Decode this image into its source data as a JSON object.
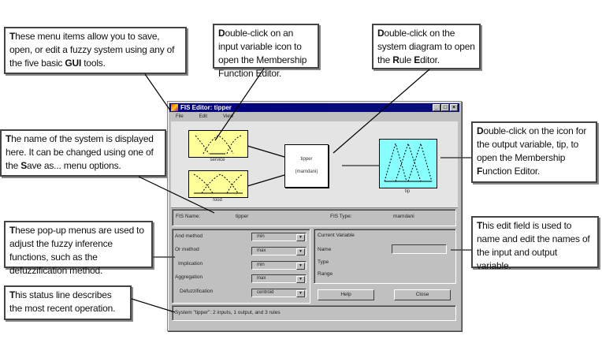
{
  "callouts": {
    "menu_items": {
      "lead": "T",
      "text": "hese menu items allow you to save, open, or edit a fuzzy system using any of the five basic ",
      "bold": "GUI",
      "tail": " tools."
    },
    "input_var": {
      "lead": "D",
      "text": "ouble-click on an input variable icon to open the Membership Function Editor."
    },
    "system_diagram": {
      "lead": "D",
      "text": "ouble-click on the system diagram to open the ",
      "bold1": "R",
      "mid": "ule ",
      "bold2": "E",
      "tail": "ditor."
    },
    "system_name": {
      "lead": "T",
      "text": "he name of the system is displayed here. It can be changed using one of the ",
      "bold": "S",
      "tail": "ave as... menu options."
    },
    "output_var": {
      "lead": "D",
      "text": "ouble-click on the icon for the output variable, tip, to open the Membership ",
      "bold": "F",
      "tail": "unction Editor."
    },
    "popup_menus": {
      "lead": "T",
      "text": "hese pop-up menus are used to adjust the fuzzy inference functions, such as the defuzzification method."
    },
    "edit_field": {
      "lead": "T",
      "text": "his edit field is used to name and edit the names of the input and output variable."
    },
    "status_line": {
      "lead": "T",
      "text": "his status line describes the most recent operation."
    }
  },
  "window": {
    "title": "FIS Editor: tipper",
    "controls": {
      "minimize": "_",
      "maximize": "□",
      "close": "×"
    },
    "menu": [
      "File",
      "Edit",
      "View"
    ]
  },
  "diagram": {
    "inputs": [
      {
        "name": "service"
      },
      {
        "name": "food"
      }
    ],
    "system": {
      "name": "tipper",
      "method": "(mamdani)"
    },
    "outputs": [
      {
        "name": "tip"
      }
    ],
    "colors": {
      "input": "#ffff99",
      "output": "#88ffff",
      "system": "#ffffff"
    }
  },
  "fis_info": {
    "name_label": "FIS Name:",
    "name_value": "tipper",
    "type_label": "FIS Type:",
    "type_value": "mamdani"
  },
  "methods": [
    {
      "label": "And method",
      "value": "min"
    },
    {
      "label": "Or method",
      "value": "max"
    },
    {
      "label": "Implication",
      "value": "min"
    },
    {
      "label": "Aggregation",
      "value": "max"
    },
    {
      "label": "Defuzzification",
      "value": "centroid"
    }
  ],
  "current_variable": {
    "heading": "Current Variable",
    "name_label": "Name",
    "name_value": "",
    "type_label": "Type",
    "range_label": "Range"
  },
  "buttons": {
    "help": "Help",
    "close": "Close"
  },
  "status": "System \"tipper\": 2 inputs, 1 output, and 3 rules"
}
